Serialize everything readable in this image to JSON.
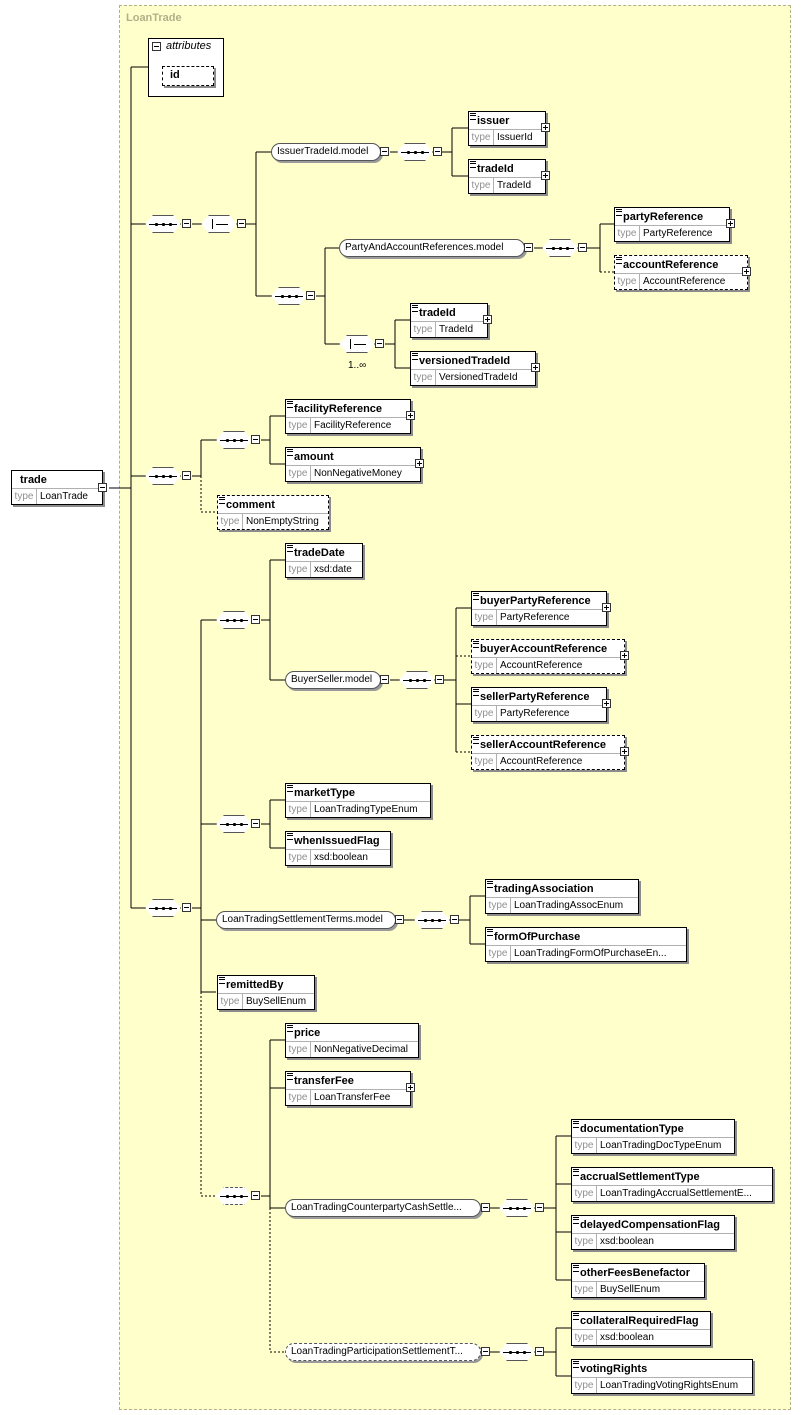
{
  "colors": {
    "container_bg": "#ffffcc",
    "container_border": "#b0b08a",
    "line": "#000000"
  },
  "container": {
    "title": "LoanTrade"
  },
  "attributes": {
    "header": "attributes",
    "id": "id"
  },
  "root": {
    "name": "trade",
    "type_key": "type",
    "type": "LoanTrade"
  },
  "groups": {
    "issuer_model": "IssuerTradeId.model",
    "party_model": "PartyAndAccountReferences.model",
    "buyerseller_model": "BuyerSeller.model",
    "settlement_model": "LoanTradingSettlementTerms.model",
    "cash_settle": "LoanTradingCounterpartyCashSettle...",
    "participation_settle": "LoanTradingParticipationSettlementT..."
  },
  "cardinality": "1..∞",
  "elements": {
    "issuer": {
      "name": "issuer",
      "type_key": "type",
      "type": "IssuerId"
    },
    "tradeId1": {
      "name": "tradeId",
      "type_key": "type",
      "type": "TradeId"
    },
    "partyReference": {
      "name": "partyReference",
      "type_key": "type",
      "type": "PartyReference"
    },
    "accountReference": {
      "name": "accountReference",
      "type_key": "type",
      "type": "AccountReference"
    },
    "tradeId2": {
      "name": "tradeId",
      "type_key": "type",
      "type": "TradeId"
    },
    "versionedTradeId": {
      "name": "versionedTradeId",
      "type_key": "type",
      "type": "VersionedTradeId"
    },
    "facilityReference": {
      "name": "facilityReference",
      "type_key": "type",
      "type": "FacilityReference"
    },
    "amount": {
      "name": "amount",
      "type_key": "type",
      "type": "NonNegativeMoney"
    },
    "comment": {
      "name": "comment",
      "type_key": "type",
      "type": "NonEmptyString"
    },
    "tradeDate": {
      "name": "tradeDate",
      "type_key": "type",
      "type": "xsd:date"
    },
    "buyerPartyReference": {
      "name": "buyerPartyReference",
      "type_key": "type",
      "type": "PartyReference"
    },
    "buyerAccountReference": {
      "name": "buyerAccountReference",
      "type_key": "type",
      "type": "AccountReference"
    },
    "sellerPartyReference": {
      "name": "sellerPartyReference",
      "type_key": "type",
      "type": "PartyReference"
    },
    "sellerAccountReference": {
      "name": "sellerAccountReference",
      "type_key": "type",
      "type": "AccountReference"
    },
    "marketType": {
      "name": "marketType",
      "type_key": "type",
      "type": "LoanTradingTypeEnum"
    },
    "whenIssuedFlag": {
      "name": "whenIssuedFlag",
      "type_key": "type",
      "type": "xsd:boolean"
    },
    "tradingAssociation": {
      "name": "tradingAssociation",
      "type_key": "type",
      "type": "LoanTradingAssocEnum"
    },
    "formOfPurchase": {
      "name": "formOfPurchase",
      "type_key": "type",
      "type": "LoanTradingFormOfPurchaseEn..."
    },
    "remittedBy": {
      "name": "remittedBy",
      "type_key": "type",
      "type": "BuySellEnum"
    },
    "price": {
      "name": "price",
      "type_key": "type",
      "type": "NonNegativeDecimal"
    },
    "transferFee": {
      "name": "transferFee",
      "type_key": "type",
      "type": "LoanTransferFee"
    },
    "documentationType": {
      "name": "documentationType",
      "type_key": "type",
      "type": "LoanTradingDocTypeEnum"
    },
    "accrualSettlementType": {
      "name": "accrualSettlementType",
      "type_key": "type",
      "type": "LoanTradingAccrualSettlementE..."
    },
    "delayedCompensationFlag": {
      "name": "delayedCompensationFlag",
      "type_key": "type",
      "type": "xsd:boolean"
    },
    "otherFeesBenefactor": {
      "name": "otherFeesBenefactor",
      "type_key": "type",
      "type": "BuySellEnum"
    },
    "collateralRequiredFlag": {
      "name": "collateralRequiredFlag",
      "type_key": "type",
      "type": "xsd:boolean"
    },
    "votingRights": {
      "name": "votingRights",
      "type_key": "type",
      "type": "LoanTradingVotingRightsEnum"
    }
  }
}
